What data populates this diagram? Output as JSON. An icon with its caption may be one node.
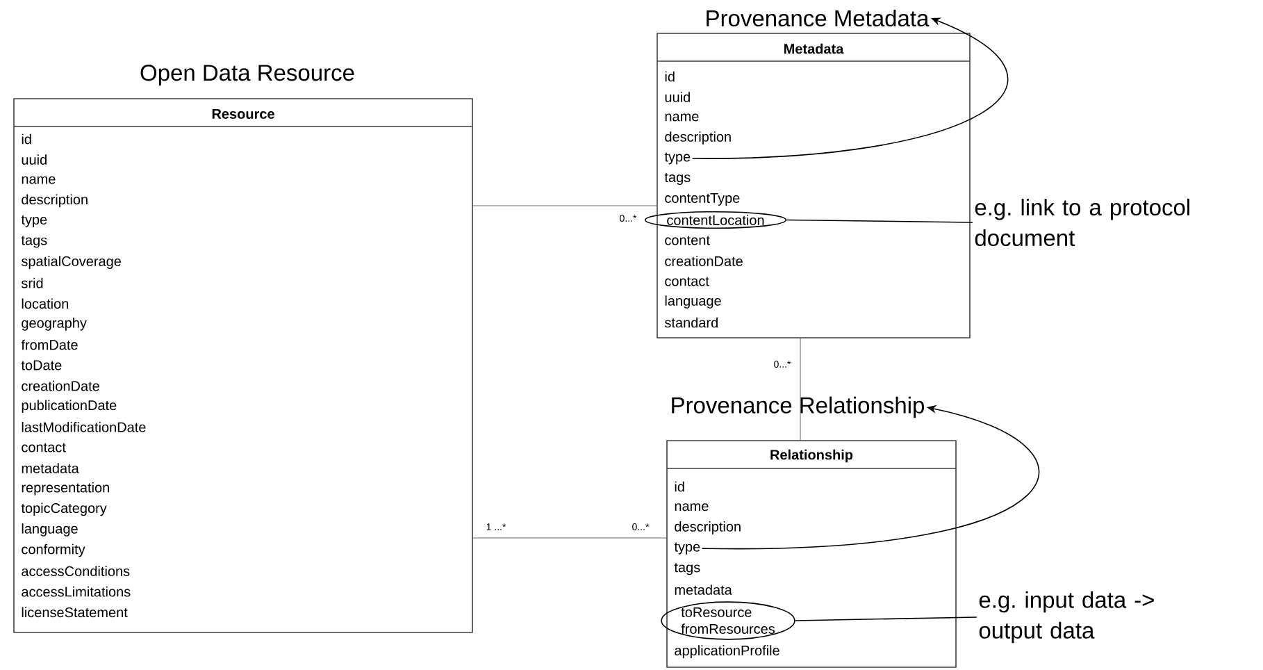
{
  "diagram": {
    "nodes": [
      {
        "text": [
          "Open Data Resource",
          "Resource",
          "id",
          "uuid",
          "name",
          "description",
          "type",
          "tags",
          "spatialCoverage",
          "srid",
          "location",
          "geography",
          "fromDate",
          "toDate",
          "creationDate",
          "publicationDate",
          "lastModificationDate",
          "contact",
          "metadata",
          "representation",
          "topicCategory",
          "language",
          "conformity",
          "accessConditions",
          "accessLimitations",
          "licenseStatement"
        ]
      },
      {
        "text": [
          "Provenance Metadata"
        ]
      },
      {
        "text": [
          "Metadata",
          "id",
          "uuid",
          "name",
          "description",
          "tags",
          "contentType",
          "content",
          "creationDate",
          "contact",
          "language",
          "standard"
        ]
      },
      {
        "text": [
          "type"
        ],
        "in": 2
      },
      {
        "text": [
          "contentLocation"
        ],
        "in": 2
      },
      {
        "text": [
          "e.g. link to a protocol document"
        ]
      },
      {
        "text": [
          "Provenance Relationship"
        ]
      },
      {
        "text": [
          "Relationship",
          "id",
          "name",
          "description",
          "tags",
          "metadata",
          "applicationProfile"
        ]
      },
      {
        "text": [
          "type"
        ],
        "in": 7
      },
      {
        "text": [
          "toResource",
          "fromResources"
        ],
        "in": 7
      },
      {
        "text": [
          "e.g. input data -> output data"
        ]
      }
    ],
    "edges": [
      {
        "from": 0,
        "to": 2,
        "arrow": "none",
        "label": "0...*"
      },
      {
        "from": 2,
        "to": 7,
        "arrow": "none",
        "label": "0...*"
      },
      {
        "from": 0,
        "to": 7,
        "arrow": "none",
        "label": "1 ...*"
      },
      {
        "from": 3,
        "to": 1,
        "arrow": "to"
      },
      {
        "from": 4,
        "to": 5,
        "arrow": "none"
      },
      {
        "from": 8,
        "to": 6,
        "arrow": "to"
      },
      {
        "from": 9,
        "to": 10,
        "arrow": "none"
      }
    ],
    "labels": [
      "0...*"
    ]
  }
}
